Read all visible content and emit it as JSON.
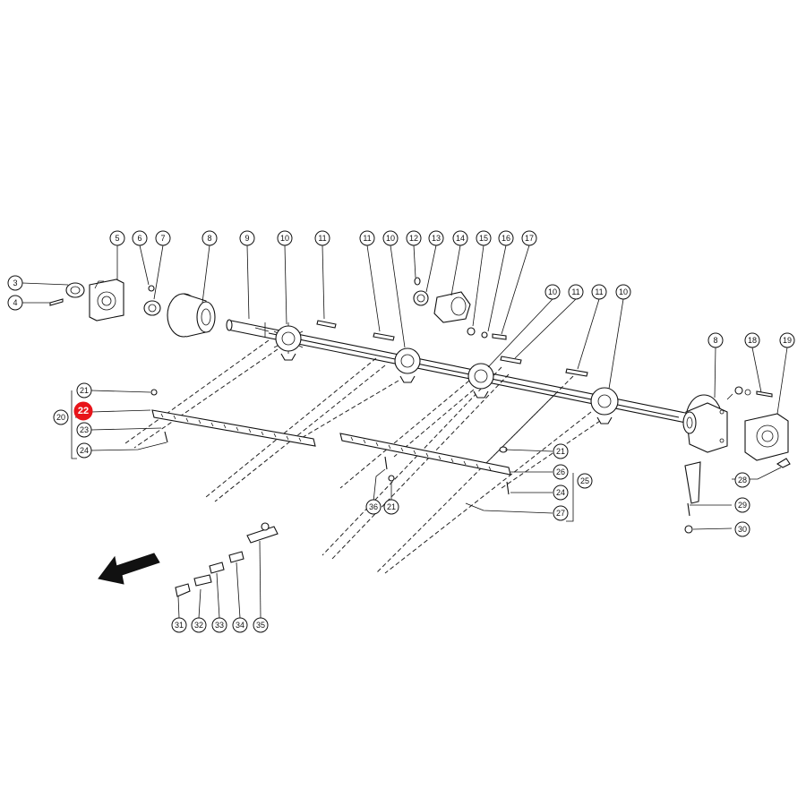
{
  "diagram": {
    "callouts": [
      {
        "id": "c3",
        "label": "3"
      },
      {
        "id": "c4",
        "label": "4"
      },
      {
        "id": "c5",
        "label": "5"
      },
      {
        "id": "c6",
        "label": "6"
      },
      {
        "id": "c7",
        "label": "7"
      },
      {
        "id": "c8a",
        "label": "8"
      },
      {
        "id": "c9",
        "label": "9"
      },
      {
        "id": "c10a",
        "label": "10"
      },
      {
        "id": "c11a",
        "label": "11"
      },
      {
        "id": "c11b",
        "label": "11"
      },
      {
        "id": "c10b",
        "label": "10"
      },
      {
        "id": "c12",
        "label": "12"
      },
      {
        "id": "c13",
        "label": "13"
      },
      {
        "id": "c14",
        "label": "14"
      },
      {
        "id": "c15",
        "label": "15"
      },
      {
        "id": "c16",
        "label": "16"
      },
      {
        "id": "c17",
        "label": "17"
      },
      {
        "id": "c10c",
        "label": "10"
      },
      {
        "id": "c11c",
        "label": "11"
      },
      {
        "id": "c11d",
        "label": "11"
      },
      {
        "id": "c10d",
        "label": "10"
      },
      {
        "id": "c8b",
        "label": "8"
      },
      {
        "id": "c18",
        "label": "18"
      },
      {
        "id": "c19",
        "label": "19"
      },
      {
        "id": "c21a",
        "label": "21"
      },
      {
        "id": "c22",
        "label": "22",
        "highlight": true
      },
      {
        "id": "c20",
        "label": "20"
      },
      {
        "id": "c23",
        "label": "23"
      },
      {
        "id": "c24a",
        "label": "24"
      },
      {
        "id": "c21b",
        "label": "21"
      },
      {
        "id": "c26",
        "label": "26"
      },
      {
        "id": "c25",
        "label": "25"
      },
      {
        "id": "c24b",
        "label": "24"
      },
      {
        "id": "c36",
        "label": "36"
      },
      {
        "id": "c21c",
        "label": "21"
      },
      {
        "id": "c27",
        "label": "27"
      },
      {
        "id": "c28",
        "label": "28"
      },
      {
        "id": "c29",
        "label": "29"
      },
      {
        "id": "c30",
        "label": "30"
      },
      {
        "id": "c31",
        "label": "31"
      },
      {
        "id": "c32",
        "label": "32"
      },
      {
        "id": "c33",
        "label": "33"
      },
      {
        "id": "c34",
        "label": "34"
      },
      {
        "id": "c35",
        "label": "35"
      }
    ],
    "colors": {
      "line": "#111111",
      "highlight": "#e8141a",
      "background": "#ffffff"
    }
  }
}
